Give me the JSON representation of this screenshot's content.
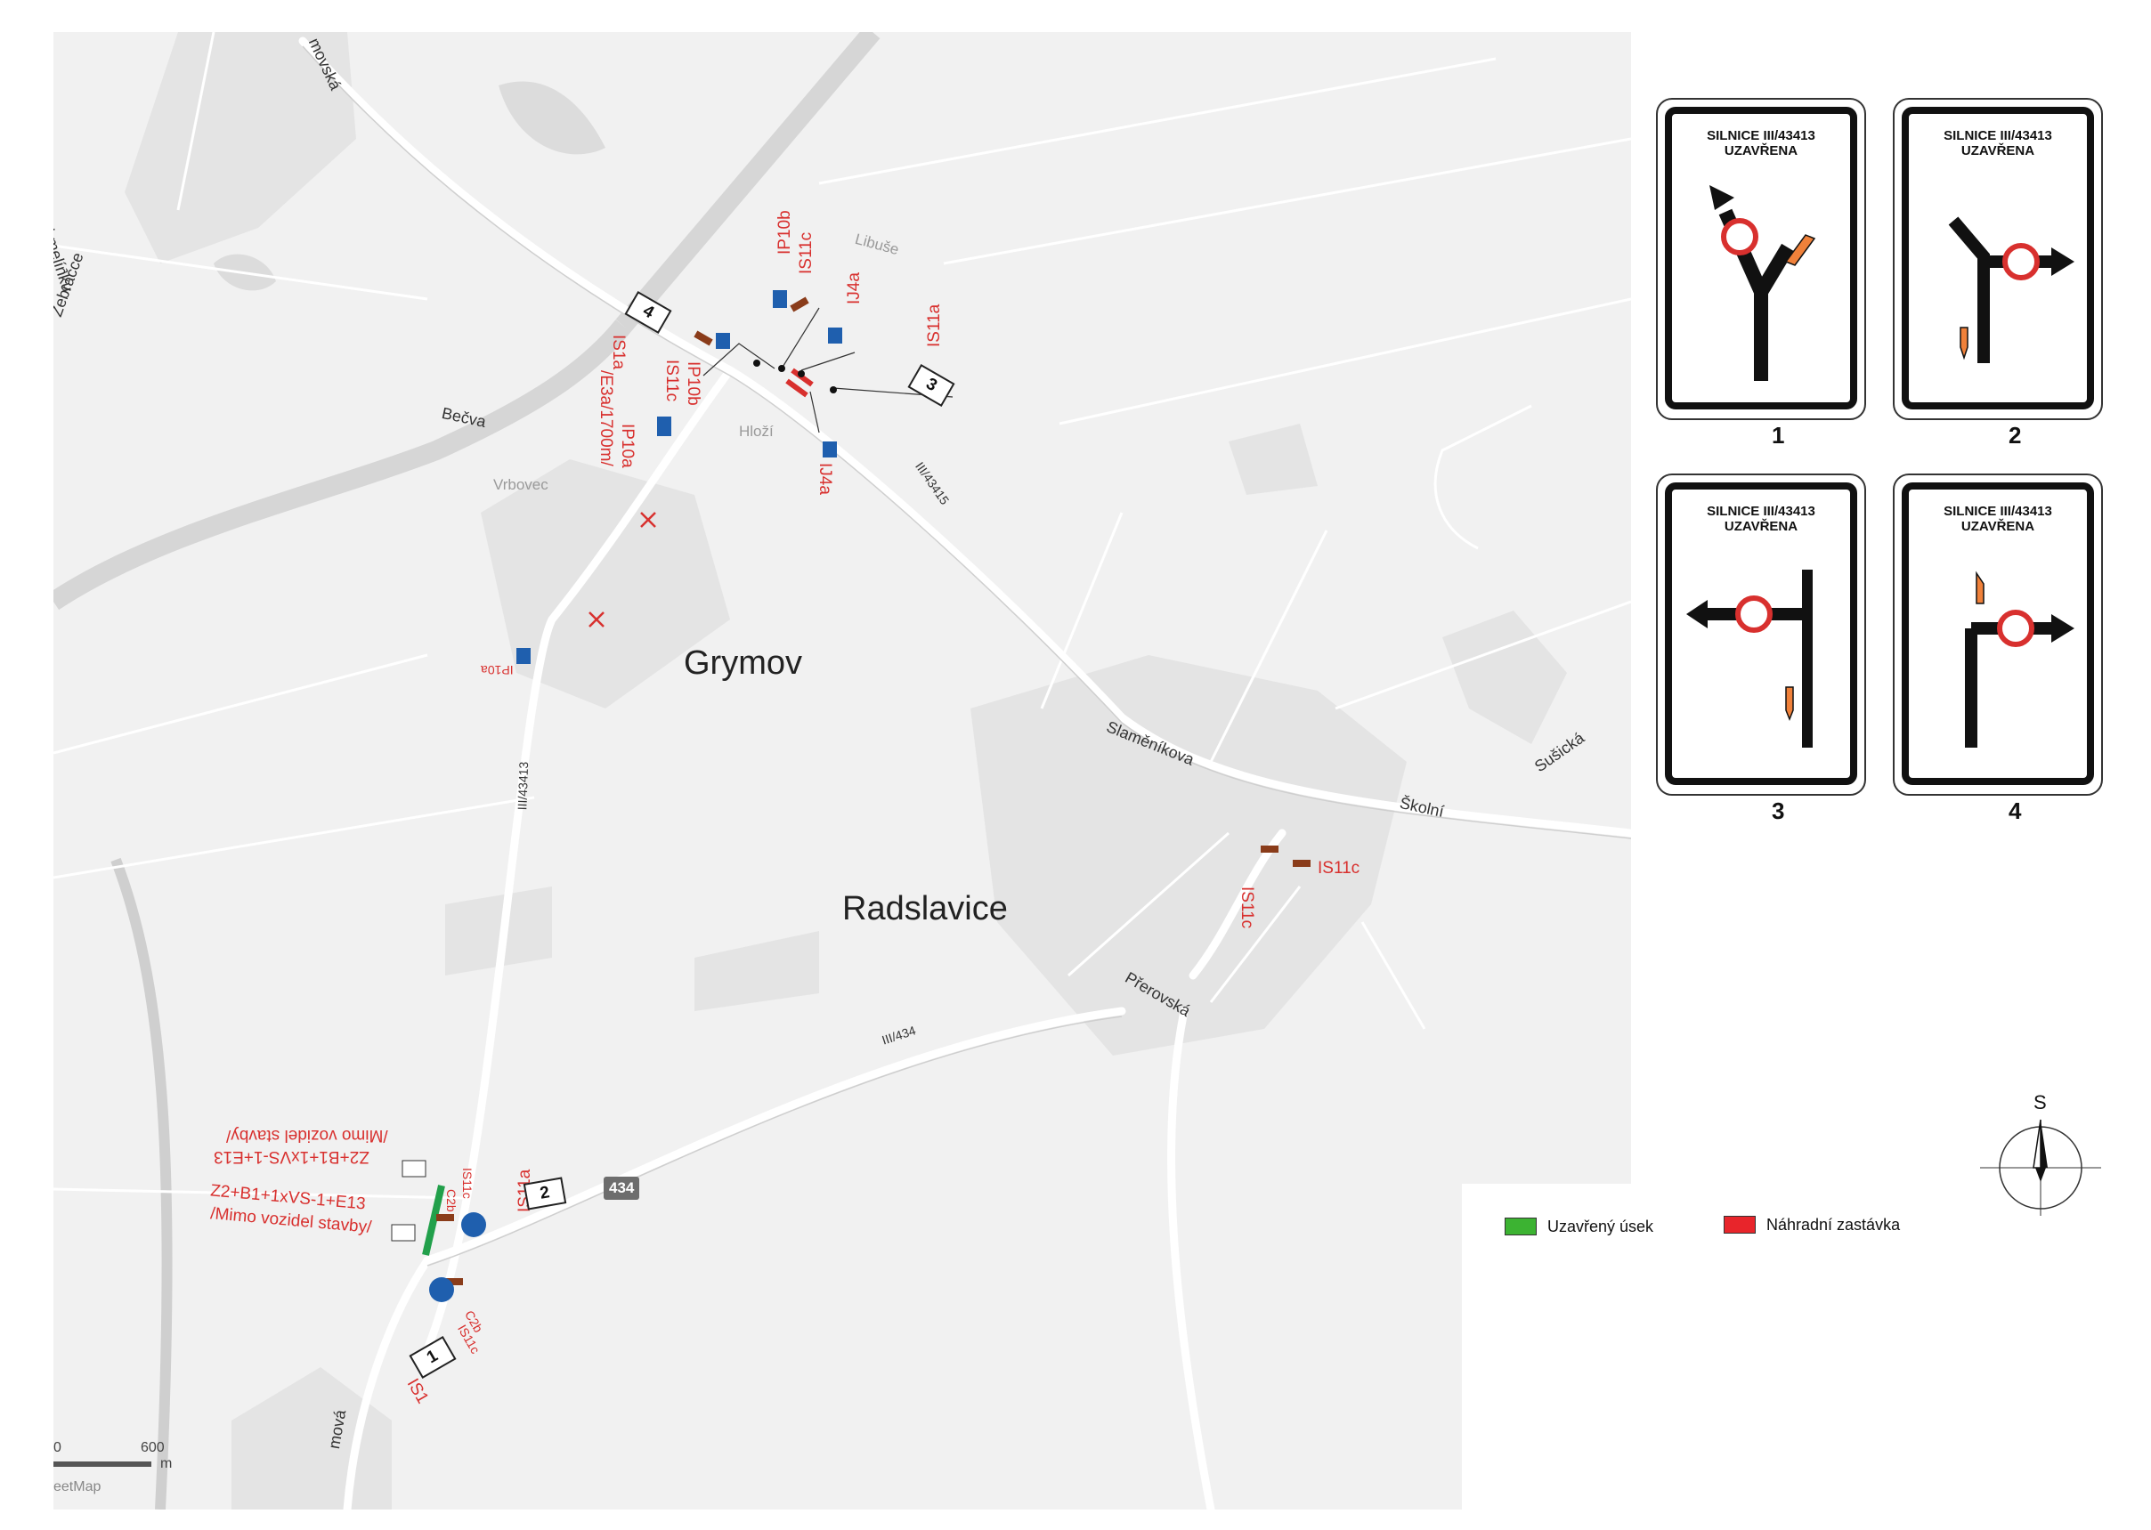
{
  "map": {
    "towns": [
      "Grymov",
      "Radslavice"
    ],
    "villages": [
      "Libuše",
      "Hloží",
      "Vrbovec"
    ],
    "streets": [
      "Na Chmelínku",
      "Žebračce",
      "Bečva",
      "Slaměníkova",
      "Školní",
      "Sušická",
      "Přerovská",
      "mová",
      "movská"
    ],
    "road_numbers": [
      "III/43415",
      "III/43413",
      "III/434"
    ],
    "route_shield": "434",
    "scale": {
      "label_left": "0",
      "label_right": "600",
      "unit": "m"
    },
    "attribution": "eetMap",
    "sign_codes": {
      "ip10b_top": "IP10b",
      "is11c_top": "IS11c",
      "ij4a_top": "IJ4a",
      "is11a_top": "IS11a",
      "ij4a_mid": "IJ4a",
      "is1a_left": "IS1a",
      "is11c_left": "IS11c",
      "ip10b_left": "IP10b",
      "e3a_left": "/E3a/1700m/",
      "ip10a_left": "IP10a",
      "ip10a_mid": "IP10a",
      "is11c_rad1": "IS11c",
      "is11c_rad2": "IS11c",
      "is11a_bottom": "IS11a",
      "c2b_a": "C2b",
      "is11c_a": "IS11c",
      "c2b_b": "C2b",
      "is11c_b": "IS11c",
      "is1_bottom": "IS1",
      "z2_upper_l1": "Z2+B1+1xVS-1+E13",
      "z2_upper_l2": "/Mimo vozidel stavby/",
      "z2_lower_l1": "Z2+B1+1xVS-1+E13",
      "z2_lower_l2": "/Mimo vozidel stavby/"
    },
    "sign_markers": [
      "1",
      "2",
      "3",
      "4"
    ]
  },
  "legend": {
    "closed_section": {
      "label": "Uzavřený úsek",
      "color": "#3cb332"
    },
    "replacement_stop": {
      "label": "Náhradní zastávka",
      "color": "#e8252b"
    }
  },
  "sign_panels": [
    {
      "number": "1",
      "line1": "SILNICE III/43413",
      "line2": "UZAVŘENA"
    },
    {
      "number": "2",
      "line1": "SILNICE III/43413",
      "line2": "UZAVŘENA"
    },
    {
      "number": "3",
      "line1": "SILNICE III/43413",
      "line2": "UZAVŘENA"
    },
    {
      "number": "4",
      "line1": "SILNICE III/43413",
      "line2": "UZAVŘENA"
    }
  ],
  "compass": {
    "label": "S"
  },
  "colors": {
    "closure_green": "#22a04b",
    "sign_red": "#d8302e",
    "detour_orange": "#f0813a"
  }
}
